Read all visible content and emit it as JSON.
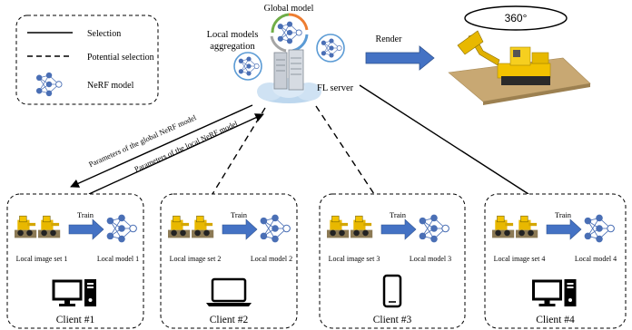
{
  "legend": {
    "selection": "Selection",
    "potential_selection": "Potential selection",
    "nerf_model": "NeRF model"
  },
  "server": {
    "global_model": "Global model",
    "aggregation_line1": "Local models",
    "aggregation_line2": "aggregation",
    "name": "FL server"
  },
  "render": {
    "label": "Render",
    "view_label": "360°"
  },
  "arrows": {
    "global_params": "Parameters of the global NeRF model",
    "local_params": "Parameters of the local NeRF model"
  },
  "clients": [
    {
      "name": "Client #1",
      "image_set": "Local image set 1",
      "train": "Train",
      "model": "Local model 1",
      "device": "desktop-computer"
    },
    {
      "name": "Client #2",
      "image_set": "Local image set 2",
      "train": "Train",
      "model": "Local model 2",
      "device": "laptop"
    },
    {
      "name": "Client #3",
      "image_set": "Local image set 3",
      "train": "Train",
      "model": "Local model 3",
      "device": "smartphone"
    },
    {
      "name": "Client #4",
      "image_set": "Local image set 4",
      "train": "Train",
      "model": "Local model 4",
      "device": "desktop-computer"
    }
  ],
  "colors": {
    "arrow_blue": "#4472c4",
    "node_blue": "#4a6fb5",
    "ring_green": "#70ad47",
    "ring_orange": "#ed7d31",
    "ring_blue": "#5b9bd5",
    "ring_gray": "#a5a5a5",
    "cloud_blue": "#bdd7ee",
    "brick_tan": "#c8a873",
    "loader_yellow": "#f2c200"
  }
}
